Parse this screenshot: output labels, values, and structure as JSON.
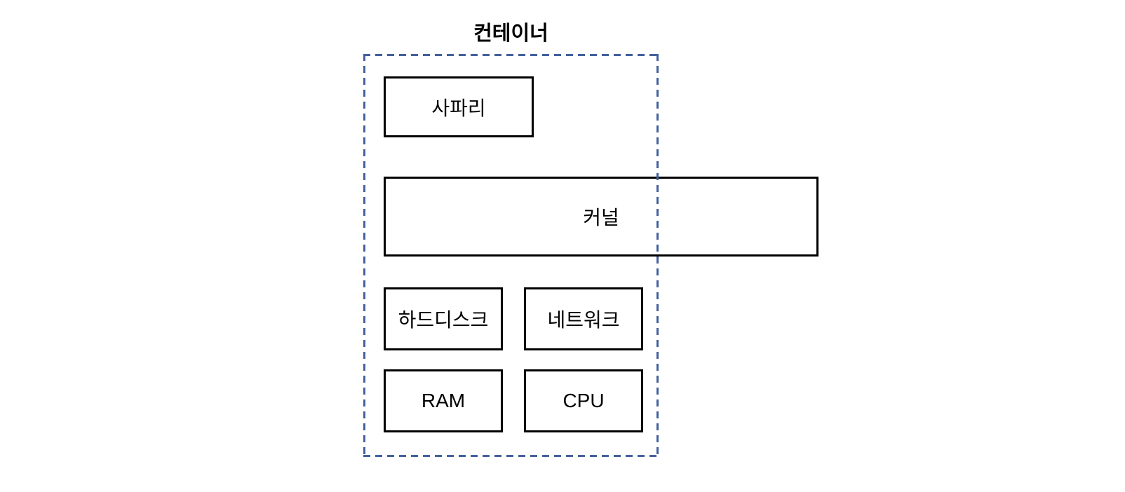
{
  "diagram": {
    "title": "컨테이너",
    "container": {
      "label": "컨테이너",
      "border_style": "dashed",
      "border_color": "#44619C"
    },
    "boxes": [
      {
        "id": "safari",
        "label": "사파리"
      },
      {
        "id": "kernel",
        "label": "커널"
      },
      {
        "id": "harddisk",
        "label": "하드디스크"
      },
      {
        "id": "network",
        "label": "네트워크"
      },
      {
        "id": "ram",
        "label": "RAM"
      },
      {
        "id": "cpu",
        "label": "CPU"
      }
    ],
    "colors": {
      "background": "#FFFFFF",
      "box_border": "#000000",
      "text": "#000000",
      "dash_border": "#44619C"
    }
  }
}
